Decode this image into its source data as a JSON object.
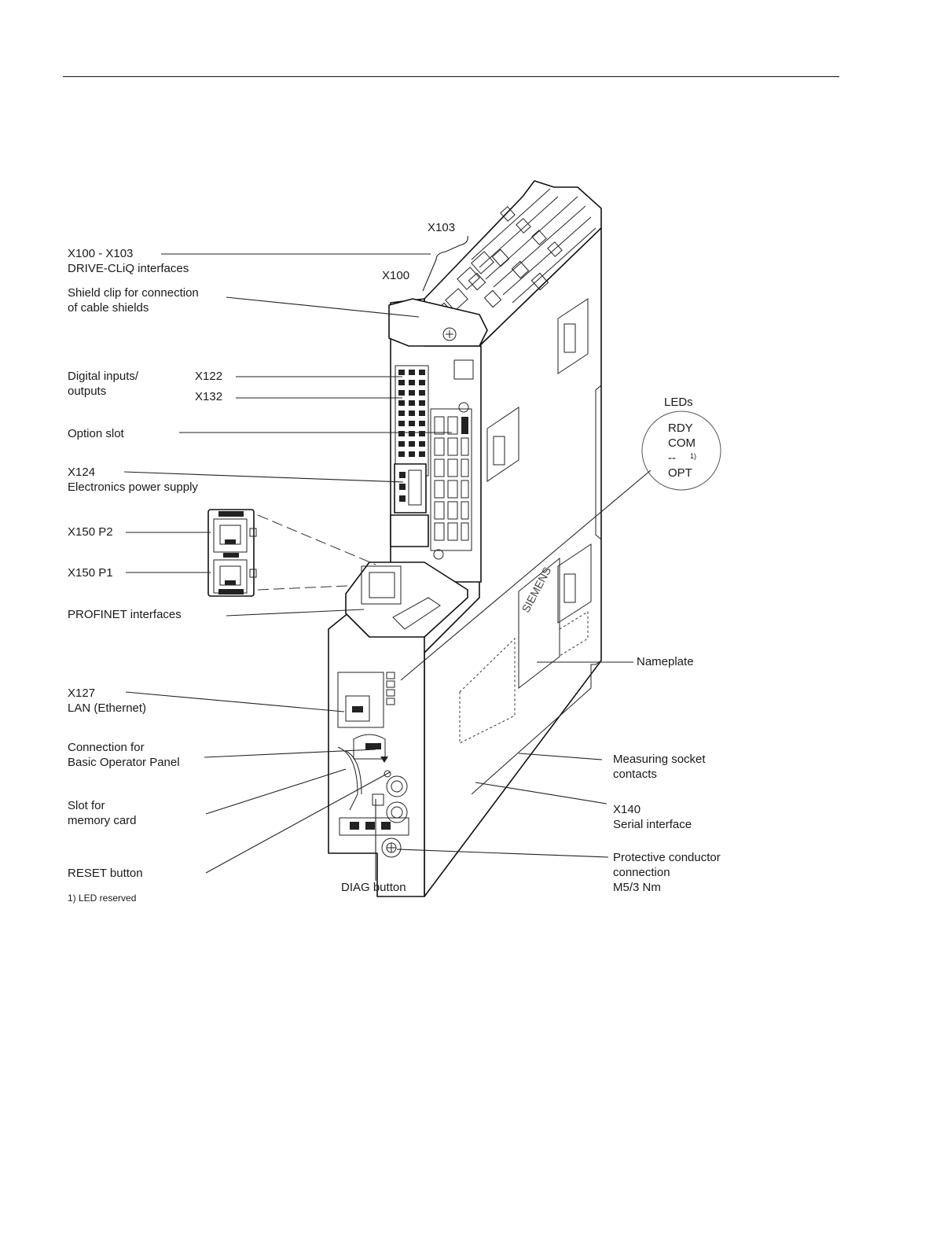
{
  "labels": {
    "x100_x103": [
      "X100 - X103",
      "DRIVE-CLiQ interfaces"
    ],
    "x103": "X103",
    "x100": "X100",
    "shield_clip": [
      "Shield clip for connection",
      "of cable shields"
    ],
    "digital_io": [
      "Digital inputs/",
      "outputs"
    ],
    "x122": "X122",
    "x132": "X132",
    "option_slot": "Option slot",
    "x124": [
      "X124",
      "Electronics power supply"
    ],
    "x150_p2": "X150 P2",
    "x150_p1": "X150 P1",
    "profinet": "PROFINET interfaces",
    "x127": [
      "X127",
      "LAN (Ethernet)"
    ],
    "bop_connection": [
      "Connection for",
      "Basic Operator Panel"
    ],
    "memory_slot": [
      "Slot for",
      "memory card"
    ],
    "reset_button": "RESET button",
    "diag_button": "DIAG button",
    "leds_title": "LEDs",
    "led_rdy": "RDY",
    "led_com": "COM",
    "led_reserved": "--",
    "led_reserved_ref": "1)",
    "led_opt": "OPT",
    "nameplate": "Nameplate",
    "measuring_socket": [
      "Measuring socket",
      "contacts"
    ],
    "x140": [
      "X140",
      "Serial interface"
    ],
    "protective_conductor": [
      "Protective conductor",
      "connection",
      "M5/3 Nm"
    ],
    "brand": "SIEMENS"
  },
  "footnote": "1) LED reserved"
}
